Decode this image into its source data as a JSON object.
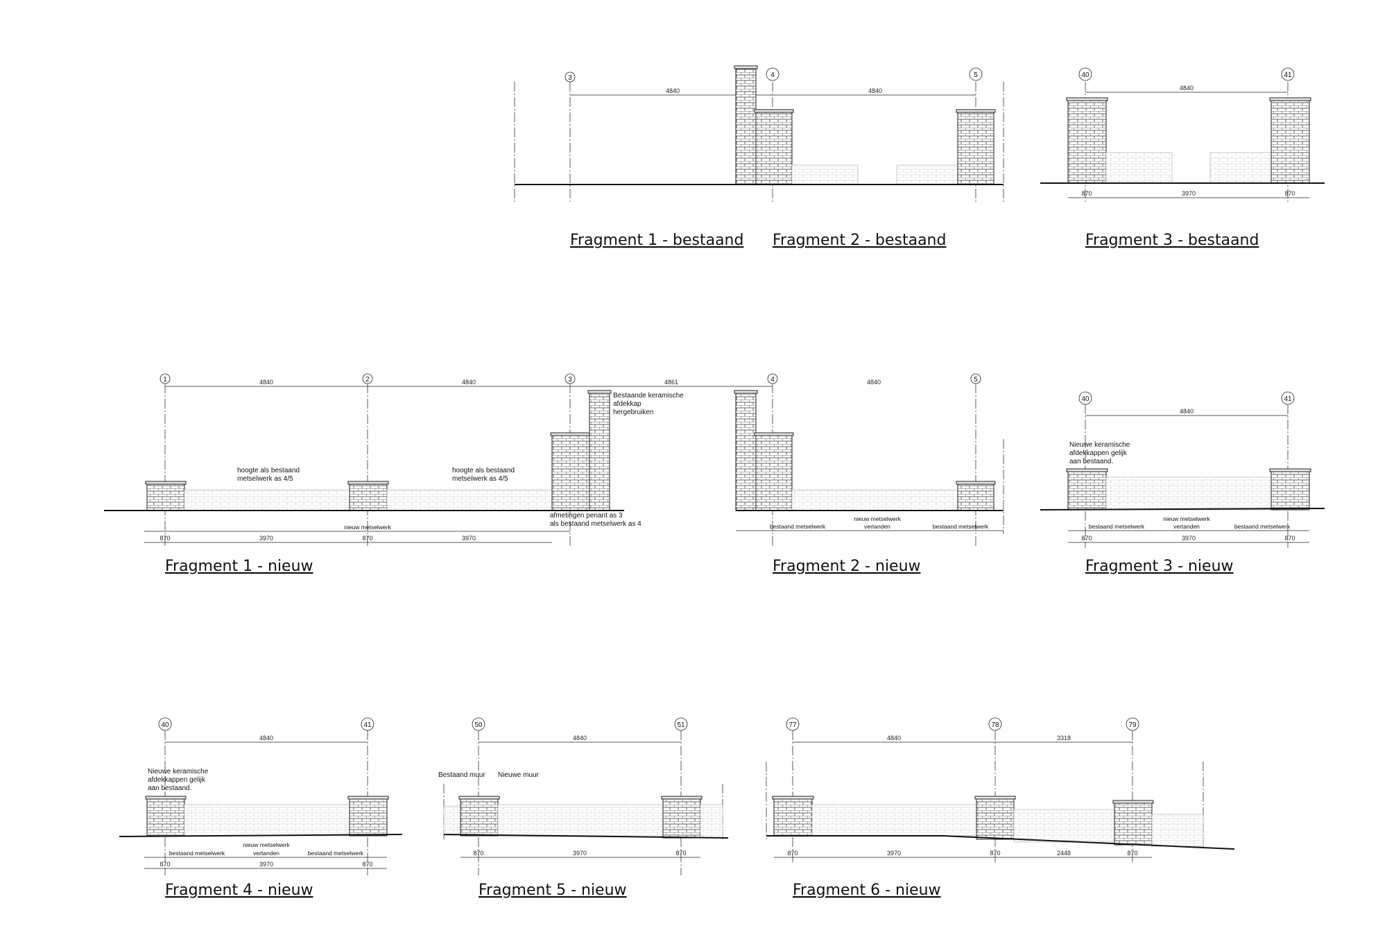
{
  "titles": {
    "f1_existing": "Fragment 1 - bestaand",
    "f2_existing": "Fragment 2 - bestaand",
    "f3_existing": "Fragment 3 - bestaand",
    "f1_new": "Fragment 1 - nieuw",
    "f2_new": "Fragment 2 - nieuw",
    "f3_new": "Fragment 3 - nieuw",
    "f4_new": "Fragment 4 - nieuw",
    "f5_new": "Fragment 5 - nieuw",
    "f6_new": "Fragment 6 - nieuw"
  },
  "axes": {
    "a1": "1",
    "a2": "2",
    "a3": "3",
    "a4": "4",
    "a5": "5",
    "a40": "40",
    "a41": "41",
    "a50": "50",
    "a51": "51",
    "a77": "77",
    "a78": "78",
    "a79": "79"
  },
  "dims": {
    "d4840": "4840",
    "d4861": "4861",
    "d3970": "3970",
    "d870": "870",
    "d3318": "3318",
    "d2448": "2448"
  },
  "notes": {
    "height_line1": "hoogte als bestaand",
    "height_line2": "metselwerk as 4/5",
    "ceramic_line1": "Bestaande keramische",
    "ceramic_line2": "afdekkap",
    "ceramic_line3": "hergebruiken",
    "pier_line1": "afmetingen penant as  3",
    "pier_line2": "als bestaand metselwerk as 4",
    "new_caps_line1": "Nieuwe keramische",
    "new_caps_line2": "afdekkappen gelijk",
    "new_caps_line3": "aan bestaand.",
    "new_masonry": "nieuw metselwerk",
    "existing_masonry": "bestaand metselwerk",
    "new_masonry_toothed_1": "nieuw metselwerk",
    "new_masonry_toothed_2": "vertanden",
    "existing_wall": "Bestaand muur",
    "new_wall": "Nieuwe muur"
  }
}
